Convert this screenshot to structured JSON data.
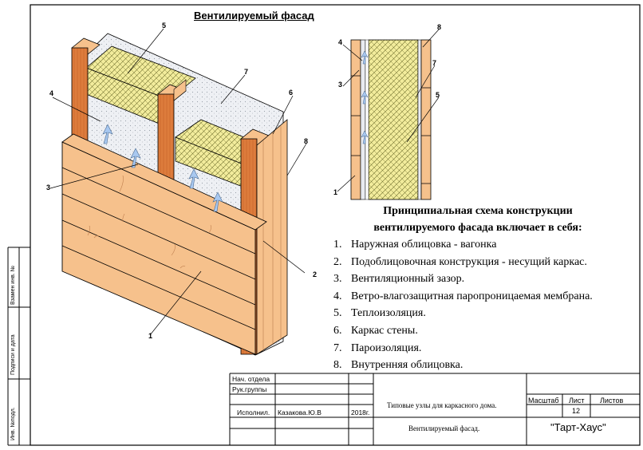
{
  "drawing": {
    "title": "Вентилируемый фасад",
    "callouts_main": [
      "1",
      "2",
      "3",
      "4",
      "5",
      "6",
      "7",
      "8"
    ],
    "callouts_section": [
      "1",
      "3",
      "4",
      "5",
      "7",
      "8"
    ]
  },
  "legend": {
    "heading_line1": "Принципиальная схема конструкции",
    "heading_line2": "вентилируемого фасада включает в себя:",
    "items": [
      {
        "num": "1.",
        "text": "Наружная облицовка -  вагонка"
      },
      {
        "num": "2.",
        "text": "Подоблицовочная конструкция - несущий каркас."
      },
      {
        "num": "3.",
        "text": "Вентиляционный зазор."
      },
      {
        "num": "4.",
        "text": "Ветро-влагозащитная паропроницаемая мембрана."
      },
      {
        "num": "5.",
        "text": "Теплоизоляция."
      },
      {
        "num": "6.",
        "text": "Каркас стены."
      },
      {
        "num": "7.",
        "text": "Пароизоляция."
      },
      {
        "num": "8.",
        "text": "Внутренняя облицовка."
      }
    ]
  },
  "side_strip": {
    "replace_inv": "Взамен инв. №",
    "sign_date": "Подписи и дата",
    "inv_orig": "Инв. №подл."
  },
  "title_block": {
    "head_dept_label": "Нач. отдела",
    "group_head_label": "Рук.группы",
    "executor_label": "Исполнил.",
    "executor_name": "Казакова.Ю.В",
    "year": "2018г.",
    "doc_title": "Типовые узлы для каркасного дома.",
    "sheet_title": "Вентилируемый фасад.",
    "scale_label": "Масштаб",
    "sheet_label": "Лист",
    "sheets_label": "Листов",
    "sheet_no": "12",
    "company": "\"Тарт-Хаус\""
  },
  "colors": {
    "wood": "#f6c18c",
    "wood_dark": "#e2803f",
    "insulation": "#f2ec9c",
    "membrane": "#e8eaf0",
    "air_arrow": "#a8c8f0"
  }
}
